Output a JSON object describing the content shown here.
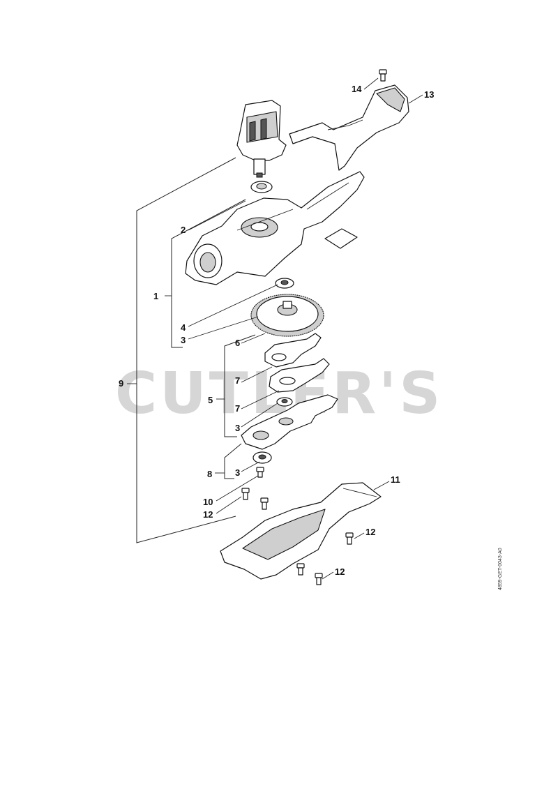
{
  "watermark": "CUTLER'S",
  "drawing_ref": "4859-GET-0043-A0",
  "callouts": [
    {
      "id": "c14",
      "label": "14"
    },
    {
      "id": "c13",
      "label": "13"
    },
    {
      "id": "c2",
      "label": "2"
    },
    {
      "id": "c1",
      "label": "1"
    },
    {
      "id": "c4",
      "label": "4"
    },
    {
      "id": "c3a",
      "label": "3"
    },
    {
      "id": "c6",
      "label": "6"
    },
    {
      "id": "c9",
      "label": "9"
    },
    {
      "id": "c7a",
      "label": "7"
    },
    {
      "id": "c5",
      "label": "5"
    },
    {
      "id": "c7b",
      "label": "7"
    },
    {
      "id": "c3b",
      "label": "3"
    },
    {
      "id": "c8",
      "label": "8"
    },
    {
      "id": "c3c",
      "label": "3"
    },
    {
      "id": "c11",
      "label": "11"
    },
    {
      "id": "c10",
      "label": "10"
    },
    {
      "id": "c12a",
      "label": "12"
    },
    {
      "id": "c12b",
      "label": "12"
    },
    {
      "id": "c12c",
      "label": "12"
    }
  ]
}
